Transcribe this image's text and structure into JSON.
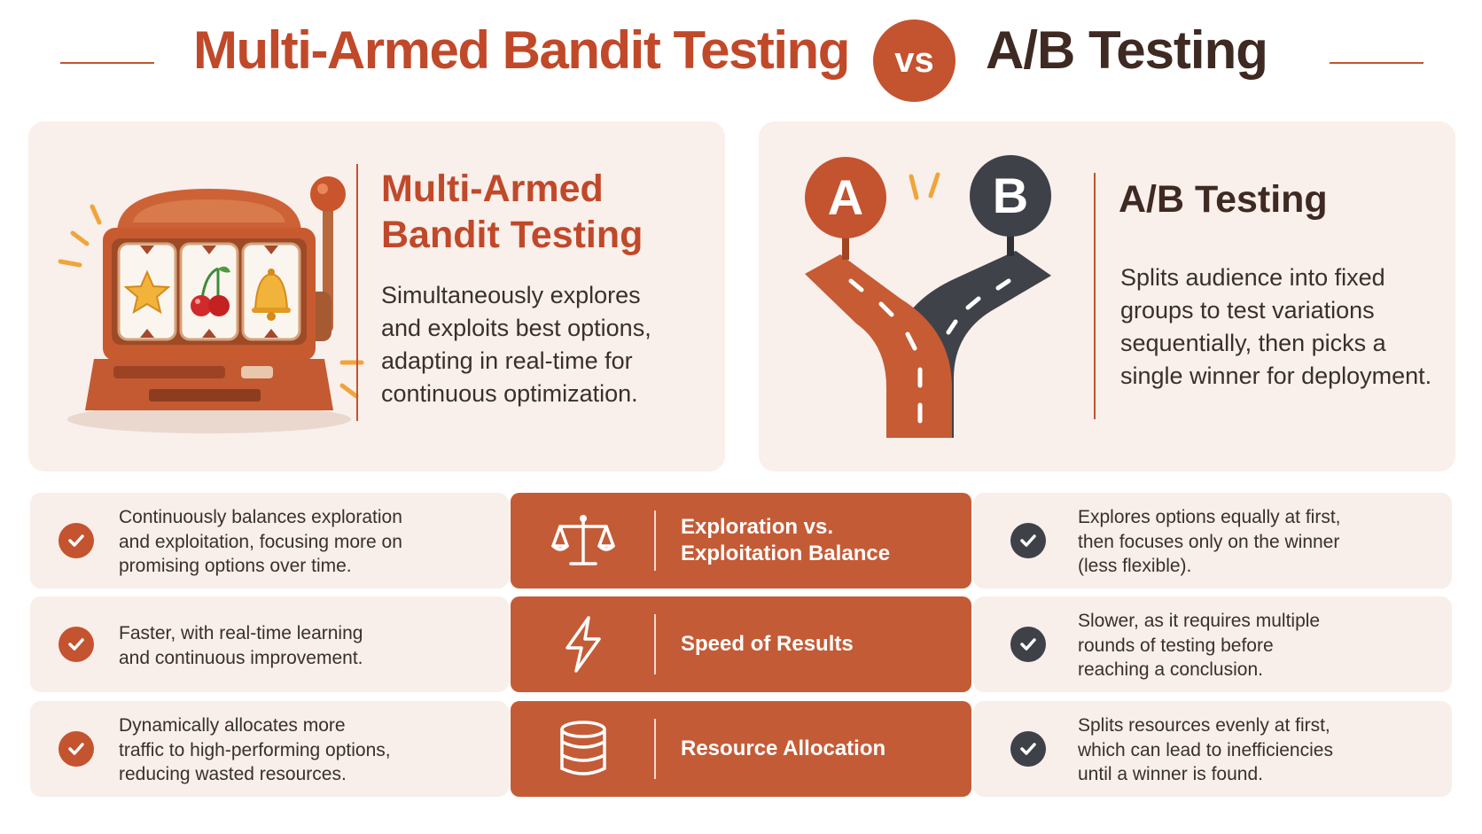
{
  "header": {
    "left_title": "Multi-Armed Bandit Testing",
    "vs_label": "vs",
    "right_title": "A/B Testing"
  },
  "left_panel": {
    "title_line1": "Multi-Armed",
    "title_line2": "Bandit Testing",
    "description_lines": [
      "Simultaneously explores",
      "and exploits best options,",
      "adapting in real-time for",
      "continuous optimization."
    ]
  },
  "right_panel": {
    "title": "A/B Testing",
    "badge_a": "A",
    "badge_b": "B",
    "description_lines": [
      "Splits audience into fixed",
      "groups to test variations",
      "sequentially, then picks a",
      "single winner for deployment."
    ]
  },
  "rows": [
    {
      "criterion_lines": [
        "Exploration vs.",
        "Exploitation Balance"
      ],
      "icon": "balance-scale-icon",
      "bandit_lines": [
        "Continuously balances exploration",
        "and exploitation, focusing more on",
        "promising options over time."
      ],
      "ab_lines": [
        "Explores options equally at first,",
        "then focuses only on the winner",
        "(less flexible)."
      ]
    },
    {
      "criterion_lines": [
        "Speed of Results"
      ],
      "icon": "lightning-bolt-icon",
      "bandit_lines": [
        "Faster, with real-time learning",
        "and continuous improvement."
      ],
      "ab_lines": [
        "Slower, as it requires multiple",
        "rounds of testing before",
        "reaching a conclusion."
      ]
    },
    {
      "criterion_lines": [
        "Resource Allocation"
      ],
      "icon": "database-icon",
      "bandit_lines": [
        "Dynamically allocates more",
        "traffic to high-performing options,",
        "reducing wasted resources."
      ],
      "ab_lines": [
        "Splits resources evenly at first,",
        "which can lead to inefficiencies",
        "until a winner is found."
      ]
    }
  ],
  "colors": {
    "accent": "#c4532f",
    "dark": "#3e4148",
    "panel_bg": "#f9efeb",
    "row_bg": "#f8eeea"
  }
}
